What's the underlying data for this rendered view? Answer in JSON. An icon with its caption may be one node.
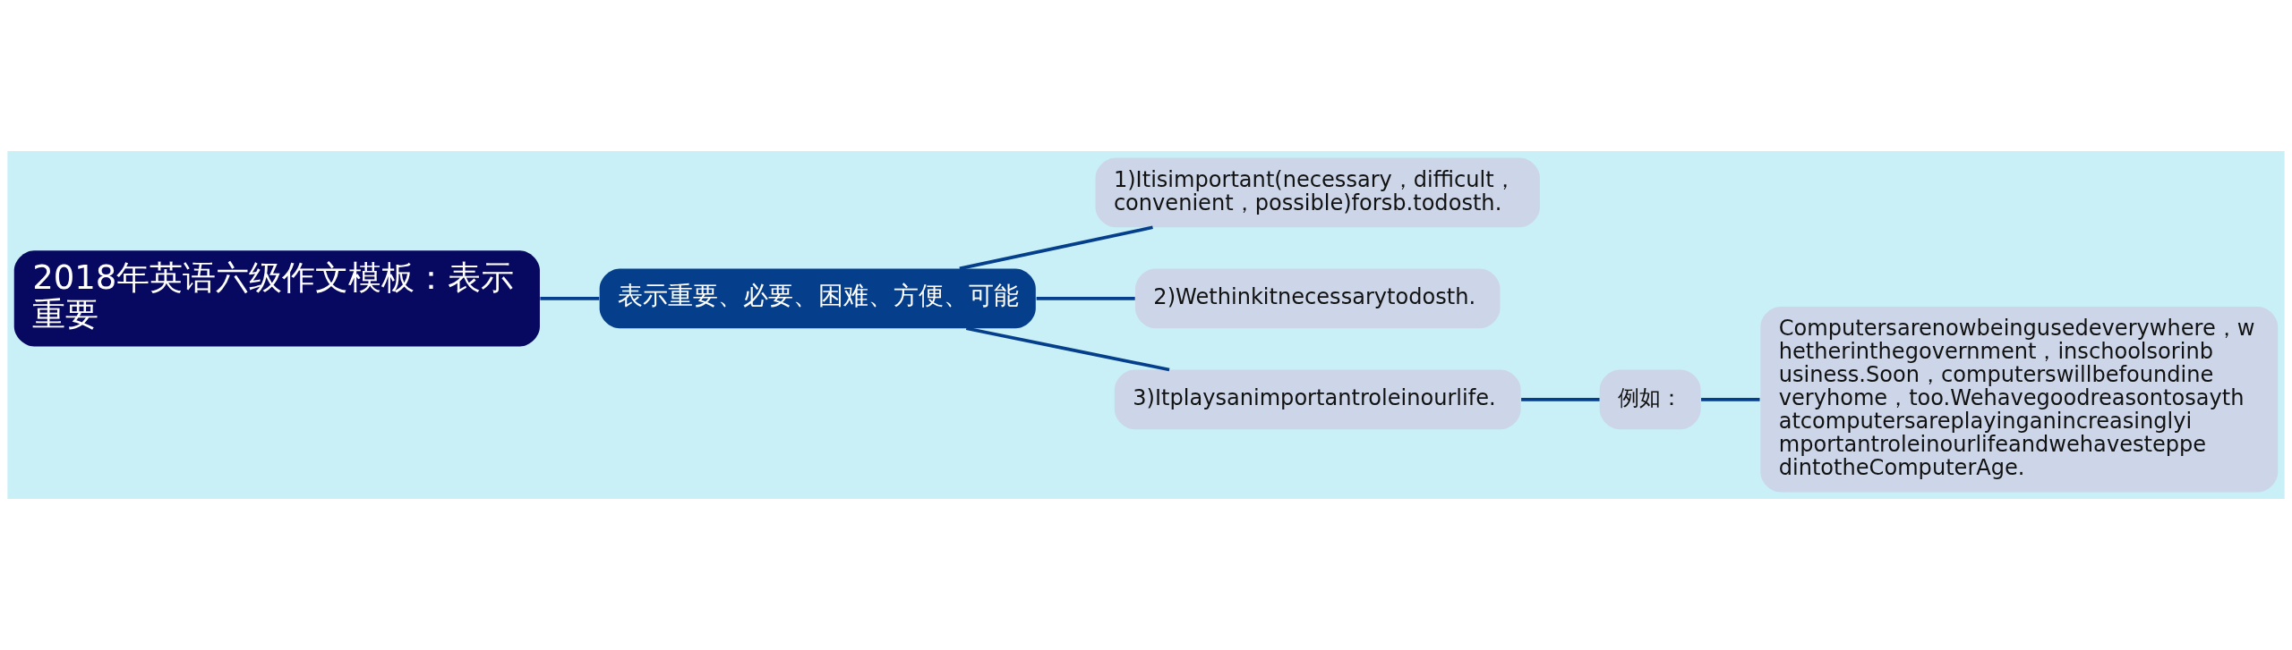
{
  "diagram": {
    "nodes": [
      {
        "text": [
          "2018年英语六级作文模板：表示重要"
        ]
      },
      {
        "text": [
          "表示重要、必要、困难、方便、可能"
        ]
      },
      {
        "text": [
          "1)Itisimportant(necessary，difficult，convenient，possible)forsb.todosth."
        ]
      },
      {
        "text": [
          "2)Wethinkitnecessarytodosth."
        ]
      },
      {
        "text": [
          "3)Itplaysanimportantroleinourlife."
        ]
      },
      {
        "text": [
          "例如："
        ]
      },
      {
        "text": [
          "Computersarenowbeingusedeverywhere，whetherinthegovernment，inschoolsorinbusiness.Soon，computerswillbefoundineveryhome，too.WehavegoodreasontosaythatcomputersareplayinganincreasinglyimportantroleinourlifeandwehavesteppedintotheComputerAge."
        ]
      }
    ],
    "edges": [
      {
        "from": 0,
        "to": 1,
        "arrow": "none"
      },
      {
        "from": 1,
        "to": 2,
        "arrow": "none"
      },
      {
        "from": 1,
        "to": 3,
        "arrow": "none"
      },
      {
        "from": 1,
        "to": 4,
        "arrow": "none"
      },
      {
        "from": 4,
        "to": 5,
        "arrow": "none"
      },
      {
        "from": 5,
        "to": 6,
        "arrow": "none"
      }
    ]
  }
}
